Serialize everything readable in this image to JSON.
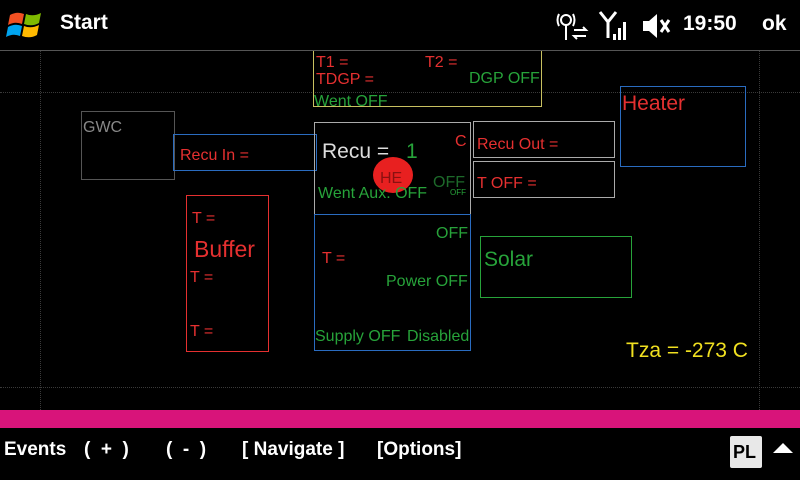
{
  "header": {
    "title": "Start",
    "time": "19:50",
    "ok_label": "ok",
    "icons": [
      "windows-flag-icon",
      "network-sync-icon",
      "signal-icon",
      "speaker-mute-icon"
    ]
  },
  "canvas": {
    "t1_label": "T1 =",
    "t2_label": "T2 =",
    "tdgp_label": "TDGP =",
    "dgp_status": "DGP OFF",
    "went_status": "Went OFF",
    "gwc_label": "GWC",
    "recu_in_label": "Recu In =",
    "recu_label": "Recu =",
    "recu_value": "1",
    "c_label": "C",
    "he_label": "HE",
    "went_aux_status": "Went Aux. OFF",
    "aux_off_1": "OFF",
    "aux_off_small": "OFF",
    "recu_out_label": "Recu Out =",
    "t_off_label": "T OFF =",
    "heater_label": "Heater",
    "buffer_t_top": "T =",
    "buffer_label": "Buffer",
    "buffer_t_mid": "T =",
    "buffer_t_bot": "T =",
    "lower_off": "OFF",
    "lower_t_label": "T  =",
    "power_status": "Power OFF",
    "supply_status": "Supply OFF",
    "disabled_status": "Disabled",
    "solar_label": "Solar",
    "tza_label": "Tza = -273 C"
  },
  "menubar": {
    "events_label": "Events",
    "plus_label": "(  +  )",
    "minus_label": "(  -  )",
    "navigate_label": "[ Navigate ]",
    "options_label": "[Options]",
    "lang_label": "PL"
  },
  "colors": {
    "accent_bar": "#d8147a",
    "status_red": "#e53030",
    "status_green": "#27a33a",
    "tza_yellow": "#f0e020"
  }
}
